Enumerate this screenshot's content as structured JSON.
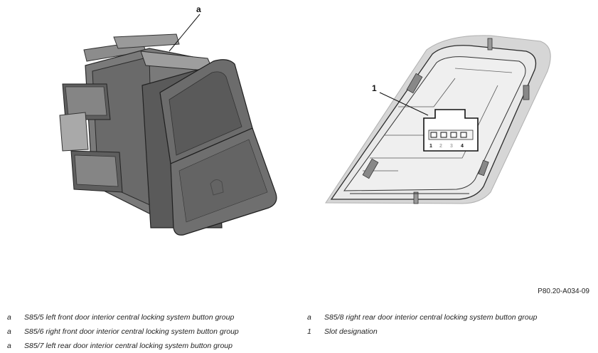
{
  "figure": {
    "callout_a": "a",
    "callout_1": "1",
    "pins": [
      "1",
      "2",
      "3",
      "4"
    ]
  },
  "reference_code": "P80.20-A034-09",
  "legend_left": [
    {
      "key": "a",
      "text": "S85/5 left front door interior central locking system button group"
    },
    {
      "key": "a",
      "text": "S85/6 right front door interior central locking system button group"
    },
    {
      "key": "a",
      "text": "S85/7 left rear door interior central locking system button group"
    }
  ],
  "legend_right": [
    {
      "key": "a",
      "text": "S85/8 right rear door interior central locking system button group"
    },
    {
      "key": "1",
      "text": "Slot designation"
    }
  ]
}
